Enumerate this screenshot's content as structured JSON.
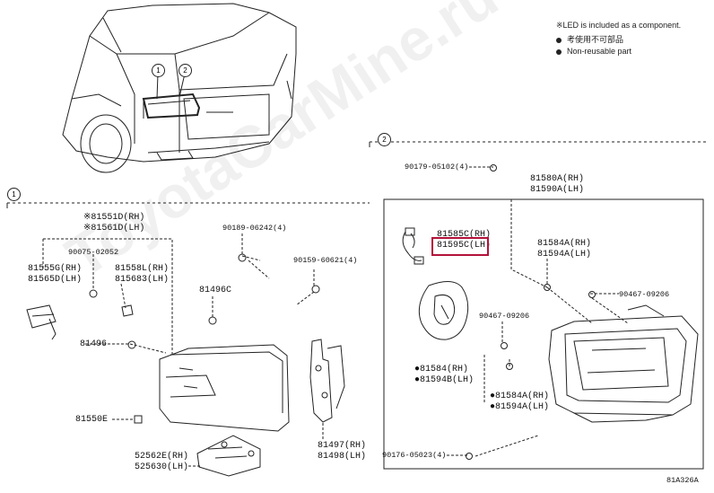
{
  "legend": {
    "led_note": "※LED is included as a component.",
    "jp_note": "考使用不可部品",
    "non_reusable": "Non-reusable part"
  },
  "callouts": {
    "c1": "1",
    "c2": "2"
  },
  "section1": {
    "marker": "1",
    "labels": {
      "p81551D": "※81551D(RH)",
      "p81561D": "※81561D(LH)",
      "p90075": "90075-02052",
      "p81555G": "81555G(RH)",
      "p81565D": "81565D(LH)",
      "p81558L": "81558L(RH)",
      "p81568J": "815683(LH)",
      "p90189": "90189-06242(4)",
      "p90159": "90159-60621(4)",
      "p81496C": "81496C",
      "p81496": "81496",
      "p81550E": "81550E",
      "p52562E": "52562E(RH)",
      "p52563D": "525630(LH)",
      "p81497": "81497(RH)",
      "p81498": "81498(LH)"
    }
  },
  "section2": {
    "marker": "2",
    "labels": {
      "p90179": "90179-05102(4)",
      "p81580A": "81580A(RH)",
      "p81590A": "81590A(LH)",
      "p81585C": "81585C(RH)",
      "p81595C": "81595C(LH)",
      "p81584A_a": "81584A(RH)",
      "p81594A_a": "81594A(LH)",
      "p90467_a": "90467-09206",
      "p90467_b": "90467-09206",
      "p81584_b": "●81584(RH)",
      "p81594B_b": "●81594B(LH)",
      "p81584A_c": "●81584A(RH)",
      "p81594A_c": "●81594A(LH)",
      "p90176": "90176-05023(4)"
    }
  },
  "figure_code": "81A326A",
  "watermark": "ToyotaCarMine.ru",
  "highlight_color": "#b3123a"
}
